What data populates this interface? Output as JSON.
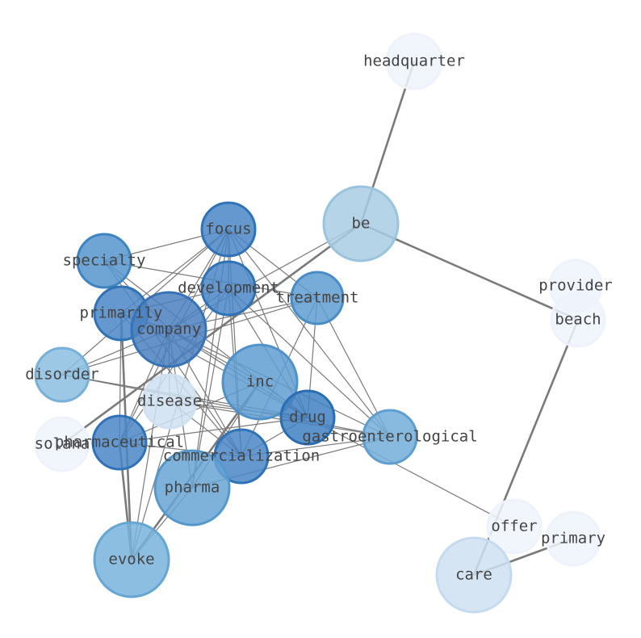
{
  "nodes": [
    {
      "id": "headquarter",
      "label": "headquarter",
      "color": "#eef3fb",
      "stroke": "#eef3fb"
    },
    {
      "id": "be",
      "label": "be",
      "color": "#a9cde4",
      "stroke": "#9ac3de"
    },
    {
      "id": "provider",
      "label": "provider",
      "color": "#eef3fb",
      "stroke": "#eef3fb"
    },
    {
      "id": "beach",
      "label": "beach",
      "color": "#eef3fb",
      "stroke": "#eef3fb"
    },
    {
      "id": "focus",
      "label": "focus",
      "color": "#4a86c5",
      "stroke": "#2f72b5"
    },
    {
      "id": "specialty",
      "label": "specialty",
      "color": "#5595ce",
      "stroke": "#3e84c1"
    },
    {
      "id": "development",
      "label": "development",
      "color": "#4a86c5",
      "stroke": "#2f72b5"
    },
    {
      "id": "treatment",
      "label": "treatment",
      "color": "#5f9cd1",
      "stroke": "#4a8dc6"
    },
    {
      "id": "primarily",
      "label": "primarily",
      "color": "#4a86c5",
      "stroke": "#2f72b5"
    },
    {
      "id": "company",
      "label": "company",
      "color": "#4a80c0",
      "stroke": "#3672b4"
    },
    {
      "id": "disorder",
      "label": "disorder",
      "color": "#8bbde0",
      "stroke": "#78b0d8"
    },
    {
      "id": "inc",
      "label": "inc",
      "color": "#5f9ed2",
      "stroke": "#4f91c8"
    },
    {
      "id": "disease",
      "label": "disease",
      "color": "#cfe1f1",
      "stroke": "#cfe1f1"
    },
    {
      "id": "drug",
      "label": "drug",
      "color": "#3f80c2",
      "stroke": "#2a6db2"
    },
    {
      "id": "solana",
      "label": "solana",
      "color": "#eef3fb",
      "stroke": "#eef3fb"
    },
    {
      "id": "pharmaceutical",
      "label": "pharmaceutical",
      "color": "#4a86c5",
      "stroke": "#2f72b5"
    },
    {
      "id": "gastroenterological",
      "label": "gastroenterological",
      "color": "#73add9",
      "stroke": "#5f9ed0"
    },
    {
      "id": "commercialization",
      "label": "commercialization",
      "color": "#4a86c5",
      "stroke": "#2f72b5"
    },
    {
      "id": "pharma",
      "label": "pharma",
      "color": "#67a5d5",
      "stroke": "#5599cc"
    },
    {
      "id": "offer",
      "label": "offer",
      "color": "#eef3fb",
      "stroke": "#eef3fb"
    },
    {
      "id": "primary",
      "label": "primary",
      "color": "#eef3fb",
      "stroke": "#eef3fb"
    },
    {
      "id": "evoke",
      "label": "evoke",
      "color": "#78b3dc",
      "stroke": "#65a6d3"
    },
    {
      "id": "care",
      "label": "care",
      "color": "#cfe1f1",
      "stroke": "#c4daee"
    }
  ],
  "edges": [
    {
      "source": "headquarter",
      "target": "be",
      "weight": 2
    },
    {
      "source": "be",
      "target": "beach",
      "weight": 2
    },
    {
      "source": "be",
      "target": "solana",
      "weight": 2
    },
    {
      "source": "be",
      "target": "company",
      "weight": 1
    },
    {
      "source": "beach",
      "target": "care",
      "weight": 2
    },
    {
      "source": "care",
      "target": "primary",
      "weight": 2
    },
    {
      "source": "evoke",
      "target": "inc",
      "weight": 2
    },
    {
      "source": "evoke",
      "target": "pharma",
      "weight": 1
    },
    {
      "source": "evoke",
      "target": "company",
      "weight": 1
    },
    {
      "source": "evoke",
      "target": "primarily",
      "weight": 2
    },
    {
      "source": "evoke",
      "target": "focus",
      "weight": 1
    },
    {
      "source": "company",
      "target": "focus",
      "weight": 1
    },
    {
      "source": "company",
      "target": "specialty",
      "weight": 1
    },
    {
      "source": "company",
      "target": "primarily",
      "weight": 1
    },
    {
      "source": "company",
      "target": "development",
      "weight": 1
    },
    {
      "source": "company",
      "target": "treatment",
      "weight": 1
    },
    {
      "source": "company",
      "target": "disorder",
      "weight": 1
    },
    {
      "source": "company",
      "target": "disease",
      "weight": 1
    },
    {
      "source": "company",
      "target": "drug",
      "weight": 1
    },
    {
      "source": "company",
      "target": "inc",
      "weight": 1
    },
    {
      "source": "company",
      "target": "pharmaceutical",
      "weight": 1
    },
    {
      "source": "company",
      "target": "commercialization",
      "weight": 1
    },
    {
      "source": "company",
      "target": "gastroenterological",
      "weight": 1
    },
    {
      "source": "company",
      "target": "pharma",
      "weight": 1
    },
    {
      "source": "focus",
      "target": "specialty",
      "weight": 1
    },
    {
      "source": "focus",
      "target": "primarily",
      "weight": 1
    },
    {
      "source": "focus",
      "target": "development",
      "weight": 1
    },
    {
      "source": "focus",
      "target": "treatment",
      "weight": 1
    },
    {
      "source": "focus",
      "target": "drug",
      "weight": 1
    },
    {
      "source": "focus",
      "target": "gastroenterological",
      "weight": 1
    },
    {
      "source": "focus",
      "target": "commercialization",
      "weight": 1
    },
    {
      "source": "focus",
      "target": "pharmaceutical",
      "weight": 1
    },
    {
      "source": "focus",
      "target": "pharma",
      "weight": 1
    },
    {
      "source": "focus",
      "target": "disorder",
      "weight": 1
    },
    {
      "source": "specialty",
      "target": "treatment",
      "weight": 1
    },
    {
      "source": "specialty",
      "target": "drug",
      "weight": 1
    },
    {
      "source": "specialty",
      "target": "commercialization",
      "weight": 1
    },
    {
      "source": "primarily",
      "target": "development",
      "weight": 1
    },
    {
      "source": "primarily",
      "target": "drug",
      "weight": 1
    },
    {
      "source": "primarily",
      "target": "commercialization",
      "weight": 1
    },
    {
      "source": "primarily",
      "target": "pharmaceutical",
      "weight": 1
    },
    {
      "source": "development",
      "target": "drug",
      "weight": 1
    },
    {
      "source": "development",
      "target": "gastroenterological",
      "weight": 1
    },
    {
      "source": "development",
      "target": "commercialization",
      "weight": 1
    },
    {
      "source": "development",
      "target": "pharmaceutical",
      "weight": 1
    },
    {
      "source": "development",
      "target": "pharma",
      "weight": 1
    },
    {
      "source": "treatment",
      "target": "gastroenterological",
      "weight": 1
    },
    {
      "source": "treatment",
      "target": "drug",
      "weight": 1
    },
    {
      "source": "treatment",
      "target": "commercialization",
      "weight": 1
    },
    {
      "source": "treatment",
      "target": "disorder",
      "weight": 1
    },
    {
      "source": "disorder",
      "target": "drug",
      "weight": 1
    },
    {
      "source": "disorder",
      "target": "gastroenterological",
      "weight": 1
    },
    {
      "source": "inc",
      "target": "pharma",
      "weight": 1
    },
    {
      "source": "inc",
      "target": "pharmaceutical",
      "weight": 1
    },
    {
      "source": "inc",
      "target": "drug",
      "weight": 1
    },
    {
      "source": "disease",
      "target": "drug",
      "weight": 1
    },
    {
      "source": "disease",
      "target": "gastroenterological",
      "weight": 1
    },
    {
      "source": "disease",
      "target": "commercialization",
      "weight": 1
    },
    {
      "source": "pharmaceutical",
      "target": "evoke",
      "weight": 2
    },
    {
      "source": "pharmaceutical",
      "target": "commercialization",
      "weight": 1
    },
    {
      "source": "pharmaceutical",
      "target": "drug",
      "weight": 1
    },
    {
      "source": "gastroenterological",
      "target": "commercialization",
      "weight": 1
    },
    {
      "source": "gastroenterological",
      "target": "pharma",
      "weight": 1
    },
    {
      "source": "drug",
      "target": "offer",
      "weight": 1
    },
    {
      "source": "commercialization",
      "target": "drug",
      "weight": 1
    }
  ]
}
